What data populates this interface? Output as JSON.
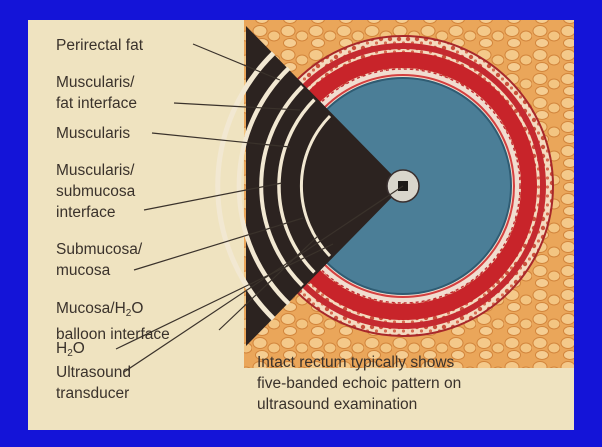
{
  "labels": {
    "perirectal_fat": "Perirectal fat",
    "muscularis_fat": [
      "Muscularis/",
      "fat interface"
    ],
    "muscularis": "Muscularis",
    "muscularis_submucosa": [
      "Muscularis/",
      "submucosa",
      "interface"
    ],
    "submucosa_mucosa": [
      "Submucosa/",
      "mucosa"
    ],
    "mucosa_h2o": {
      "line1_pre": "Mucosa/H",
      "line1_sub": "2",
      "line1_post": "O",
      "line2": "balloon interface"
    },
    "h2o": {
      "pre": "H",
      "sub": "2",
      "post": "O"
    },
    "ultrasound": [
      "Ultrasound",
      "transducer"
    ]
  },
  "caption": [
    "Intact rectum typically shows",
    "five-banded echoic pattern on",
    "ultrasound examination"
  ],
  "colors": {
    "frame": "#1414d8",
    "panel": "#efe3c0",
    "fat": "#e9a255",
    "muscle": "#c8242a",
    "lumen": "#4b7e97",
    "wedge": "#2c2320",
    "text": "#3a322b"
  },
  "icons": [
    "ultrasound-wedge-graphic",
    "transducer-probe-icon"
  ]
}
